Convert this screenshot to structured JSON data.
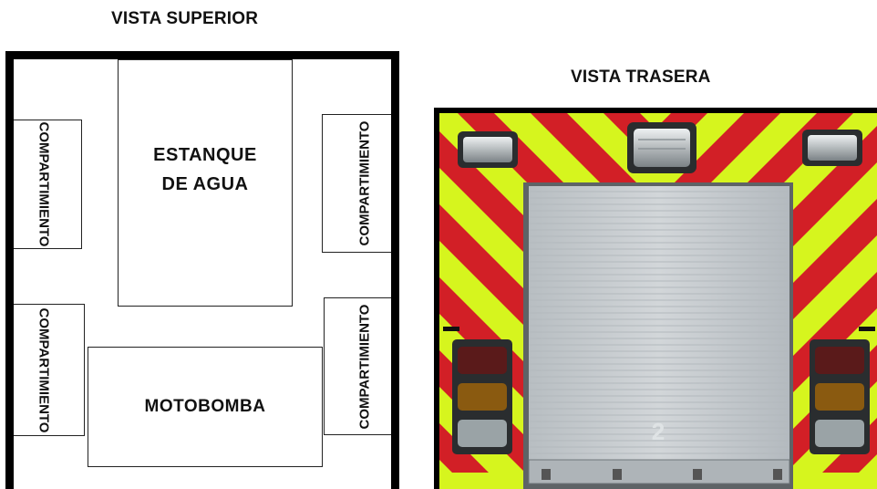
{
  "top_view": {
    "title": "VISTA SUPERIOR",
    "water_tank_line1": "ESTANQUE",
    "water_tank_line2": "DE AGUA",
    "pump_label": "MOTOBOMBA",
    "compartment_label": "COMPARTIMIENTO"
  },
  "rear_view": {
    "title": "VISTA TRASERA",
    "door_number": "2",
    "colors": {
      "chevron_yellow": "#d6f51e",
      "chevron_red": "#d21f26",
      "frame": "#000000",
      "shutter": "#c9ced1",
      "tail_light_red": "#5a1a1a",
      "tail_light_amber": "#8a5a10",
      "tail_light_clear": "#9aa3a6"
    }
  }
}
